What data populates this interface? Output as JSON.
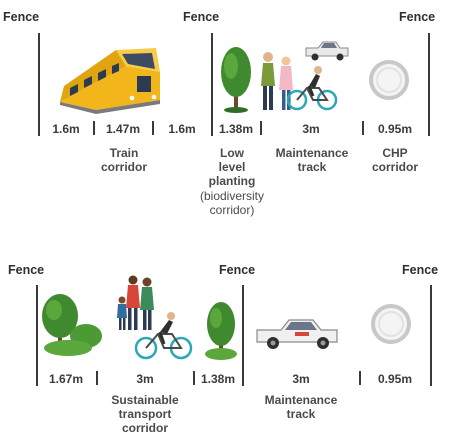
{
  "colors": {
    "line": "#3a3a3a",
    "train_yellow": "#f2b61c",
    "tree_green": "#3f8a2e",
    "bike_teal": "#2aa8b8"
  },
  "icons": [
    "train-icon",
    "tree-icon",
    "people-icon",
    "cyclist-icon",
    "ute-icon",
    "pipe-icon"
  ],
  "section1": {
    "fence_left": "Fence",
    "fence_mid": "Fence",
    "fence_right": "Fence",
    "dims": [
      "1.6m",
      "1.47m",
      "1.6m",
      "1.38m",
      "3m",
      "0.95m"
    ],
    "captions": {
      "train": "Train\ncorridor",
      "planting": "Low\nlevel\nplanting",
      "planting_sub": "(biodiversity\ncorridor)",
      "maintenance": "Maintenance\ntrack",
      "chp": "CHP\ncorridor"
    }
  },
  "section2": {
    "fence_left": "Fence",
    "fence_mid": "Fence",
    "fence_right": "Fence",
    "dims": [
      "1.67m",
      "3m",
      "1.38m",
      "3m",
      "0.95m"
    ],
    "captions": {
      "transport": "Sustainable\ntransport\ncorridor",
      "maintenance": "Maintenance\ntrack"
    }
  }
}
